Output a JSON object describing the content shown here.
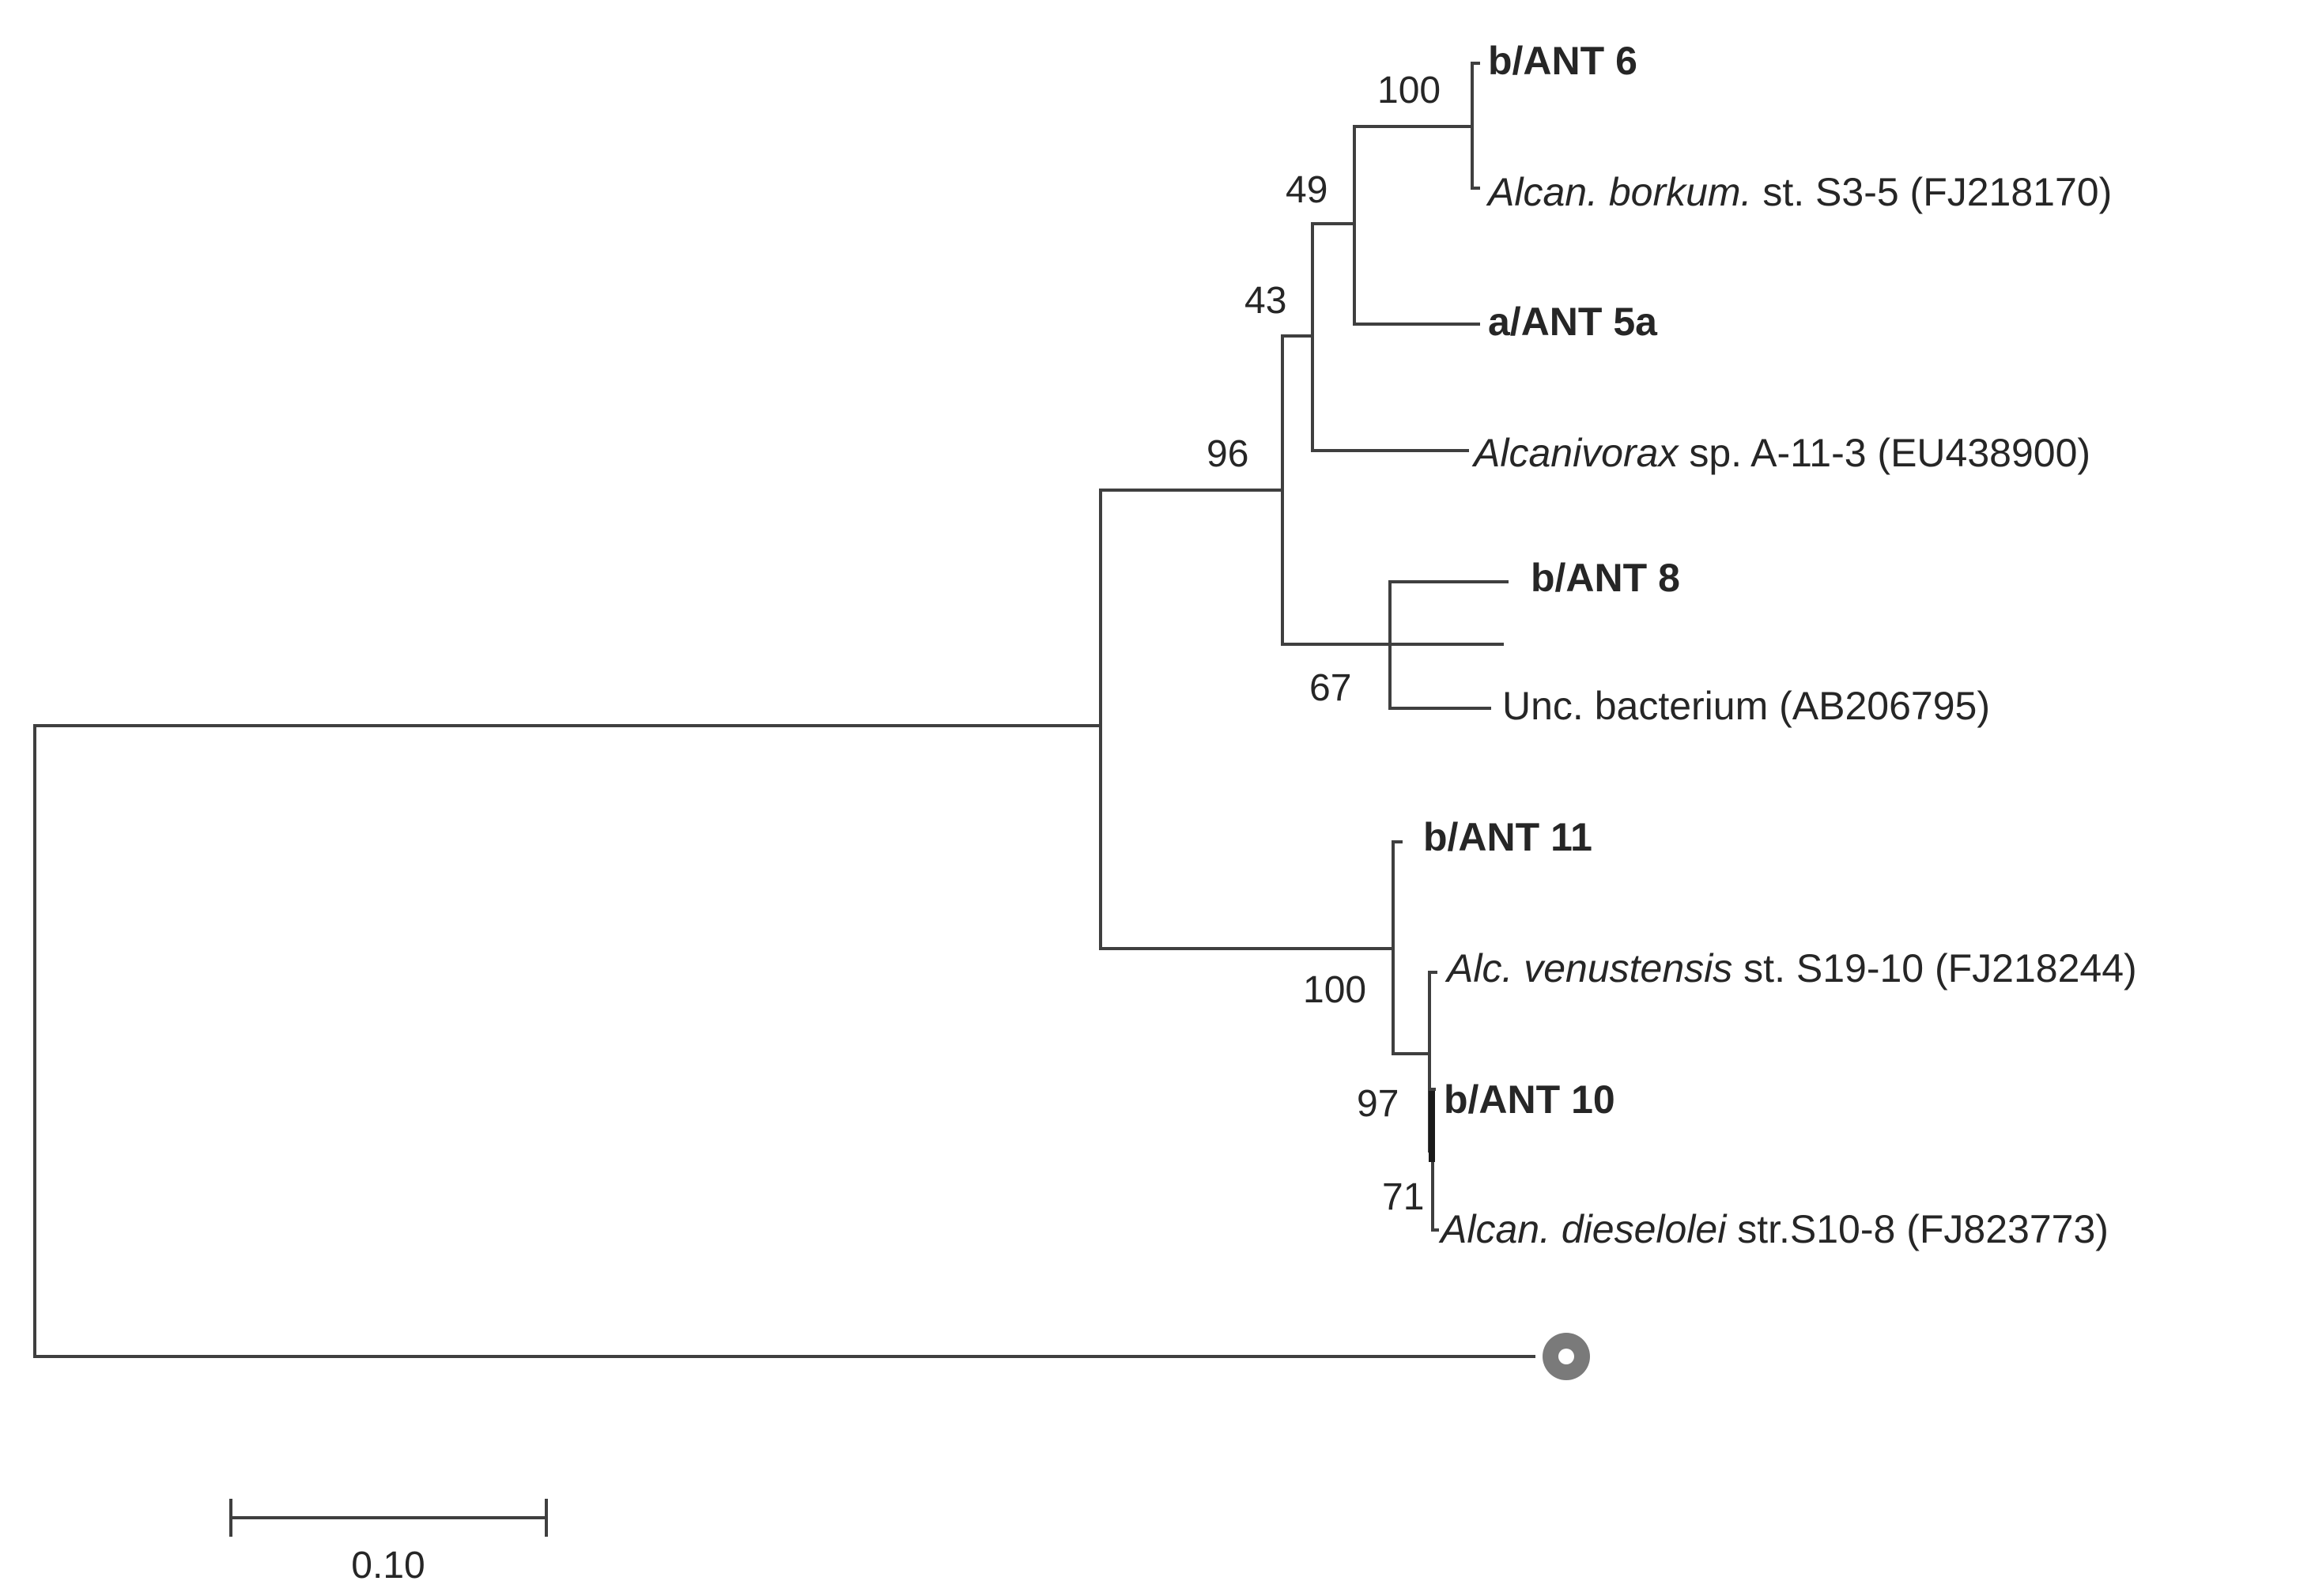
{
  "tree": {
    "taxa": [
      {
        "key": "ant6",
        "parts": [
          {
            "text": "b/ANT 6",
            "style": "bold"
          }
        ]
      },
      {
        "key": "borkum",
        "parts": [
          {
            "text": "Alcan. borkum.",
            "style": "italic"
          },
          {
            "text": " st. S3-5 (FJ218170)",
            "style": "normal"
          }
        ]
      },
      {
        "key": "ant5a",
        "parts": [
          {
            "text": "a/ANT 5a",
            "style": "bold"
          }
        ]
      },
      {
        "key": "a113",
        "parts": [
          {
            "text": "Alcanivorax",
            "style": "italic"
          },
          {
            "text": " sp. A-11-3 (EU438900)",
            "style": "normal"
          }
        ]
      },
      {
        "key": "ant8",
        "parts": [
          {
            "text": "b/ANT 8",
            "style": "bold"
          }
        ]
      },
      {
        "key": "unc",
        "parts": [
          {
            "text": "Unc. bacterium (AB206795)",
            "style": "normal"
          }
        ]
      },
      {
        "key": "ant11",
        "parts": [
          {
            "text": "b/ANT 11",
            "style": "bold"
          }
        ]
      },
      {
        "key": "venus",
        "parts": [
          {
            "text": "Alc. venustensis",
            "style": "italic"
          },
          {
            "text": " st. S19-10 (FJ218244)",
            "style": "normal"
          }
        ]
      },
      {
        "key": "ant10",
        "parts": [
          {
            "text": "b/ANT 10",
            "style": "bold"
          }
        ]
      },
      {
        "key": "diesel",
        "parts": [
          {
            "text": "Alcan. dieselolei",
            "style": "italic"
          },
          {
            "text": " str.S10-8 (FJ823773)",
            "style": "normal"
          }
        ]
      }
    ],
    "bootstrap": [
      {
        "node": "n6",
        "value": "100"
      },
      {
        "node": "n49",
        "value": "49"
      },
      {
        "node": "n43",
        "value": "43"
      },
      {
        "node": "n96",
        "value": "96"
      },
      {
        "node": "n67",
        "value": "67"
      },
      {
        "node": "n100b",
        "value": "100"
      },
      {
        "node": "n97",
        "value": "97"
      },
      {
        "node": "n71",
        "value": "71"
      }
    ],
    "outgroup_marker": "circle-marker",
    "scale_bar": {
      "label": "0.10"
    }
  }
}
